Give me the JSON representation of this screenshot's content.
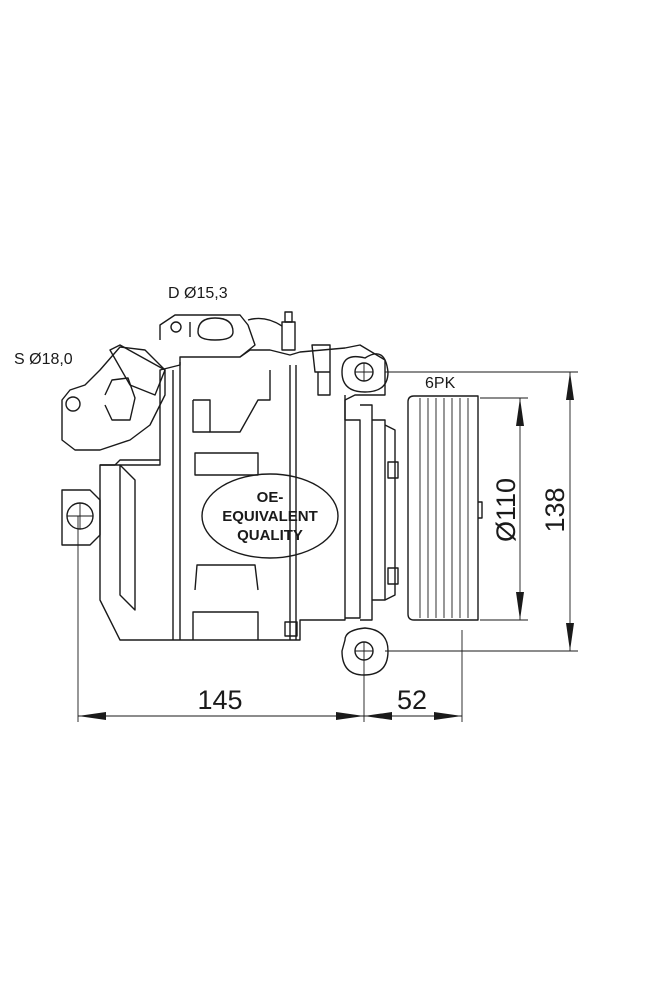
{
  "drawing": {
    "labels": {
      "discharge_port": "D Ø15,3",
      "suction_port": "S Ø18,0",
      "belt_profile": "6PK"
    },
    "badge": {
      "line1": "OE-",
      "line2": "EQUIVALENT",
      "line3": "QUALITY"
    },
    "dimensions": {
      "length_body": "145",
      "length_pulley": "52",
      "pulley_diameter": "Ø110",
      "mount_height": "138"
    }
  }
}
